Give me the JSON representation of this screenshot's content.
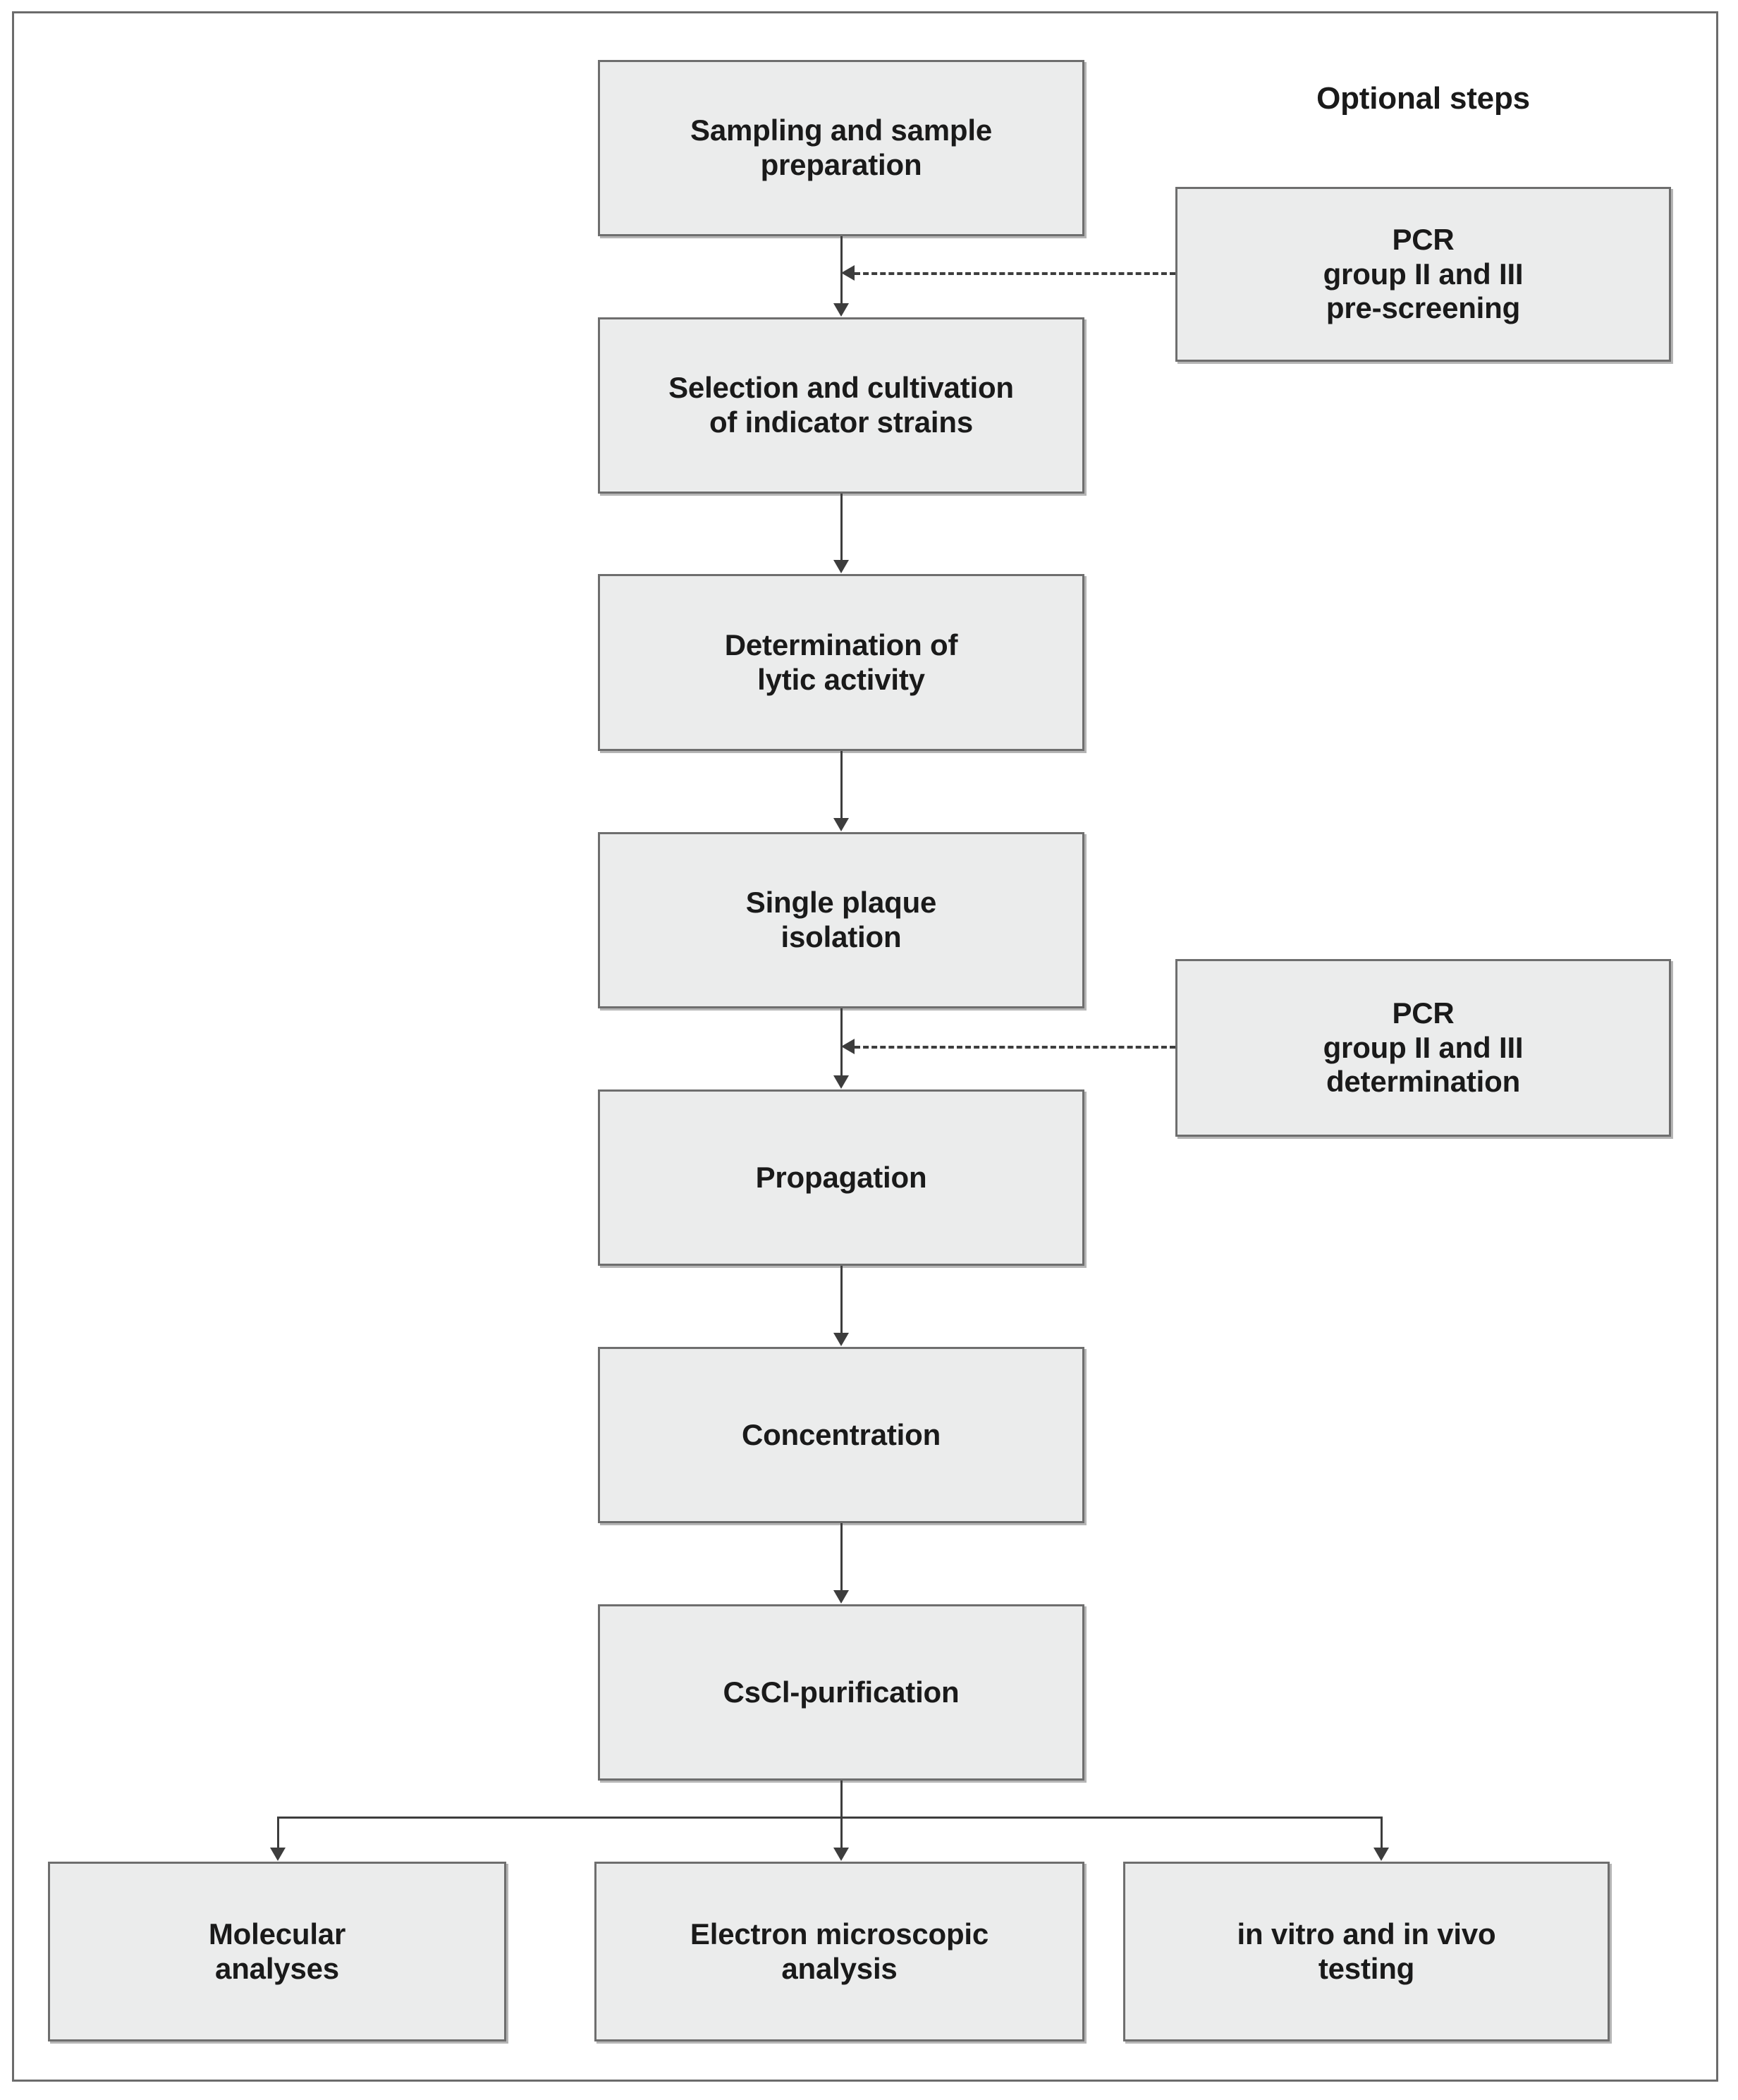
{
  "figure": {
    "type": "flowchart",
    "orientation": "top-to-bottom",
    "optional_heading": "Optional steps"
  },
  "main_steps": [
    {
      "id": "sampling",
      "label": "Sampling and sample\npreparation"
    },
    {
      "id": "selection",
      "label": "Selection and cultivation\nof indicator strains"
    },
    {
      "id": "lytic-activity",
      "label": "Determination of\nlytic activity"
    },
    {
      "id": "plaque",
      "label": "Single plaque\nisolation"
    },
    {
      "id": "propagation",
      "label": "Propagation"
    },
    {
      "id": "concentration",
      "label": "Concentration"
    },
    {
      "id": "cscl",
      "label": "CsCl-purification"
    }
  ],
  "optional_steps": [
    {
      "id": "pcr-prescreening",
      "label": "PCR\ngroup II and III\npre-screening"
    },
    {
      "id": "pcr-determination",
      "label": "PCR\ngroup II and III\ndetermination"
    }
  ],
  "terminal_steps": [
    {
      "id": "molecular",
      "label": "Molecular\nanalyses"
    },
    {
      "id": "em",
      "label": "Electron microscopic\nanalysis"
    },
    {
      "id": "in-vitro",
      "label": "in vitro and in vivo\ntesting"
    }
  ],
  "colors": {
    "node_fill": "#ebecec",
    "node_border": "#6e6e6e",
    "connector": "#3d3d3d",
    "frame": "#6b6b6b",
    "text": "#1a1a1a",
    "background": "#ffffff"
  }
}
